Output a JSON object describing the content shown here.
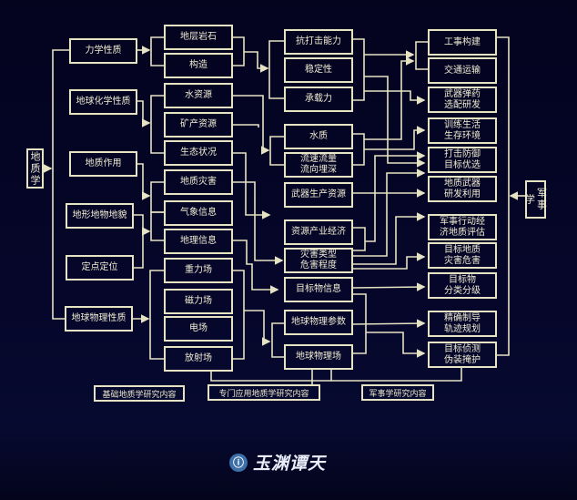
{
  "root": "地质学",
  "military_root": "军事学",
  "col1": [
    "力学性质",
    "地球化学性质",
    "地质作用",
    "地形地物地貌",
    "定点定位",
    "地球物理性质"
  ],
  "col2": [
    "地层岩石",
    "构造",
    "水资源",
    "矿产资源",
    "生态状况",
    "地质灾害",
    "气象信息",
    "地理信息",
    "重力场",
    "磁力场",
    "电场",
    "放射场"
  ],
  "col3": [
    "抗打击能力",
    "稳定性",
    "承载力",
    "水质",
    "流速流量\n流向埋深",
    "武器生产资源",
    "资源产业经济",
    "灾害类型\n危害程度",
    "目标物信息",
    "地球物理参数",
    "地球物理场"
  ],
  "col4": [
    "工事构建",
    "交通运输",
    "武器弹药\n选配研发",
    "训练生活\n生存环境",
    "打击防御\n目标优选",
    "地质武器\n研发利用",
    "军事行动经\n济地质评估",
    "目标地质\n灾害危害",
    "目标物\n分类分级",
    "精确制导\n轨迹规划",
    "目标侦测\n伪装掩护"
  ],
  "footer": [
    "基础地质学研究内容",
    "专门应用地质学研究内容",
    "军事学研究内容"
  ],
  "logo": {
    "text": "玉渊谭天",
    "icon": "logo-mark-icon"
  },
  "colors": {
    "background": "#04041f",
    "line": "#e6e2c4",
    "logo_blue": "#3d6fa8"
  }
}
